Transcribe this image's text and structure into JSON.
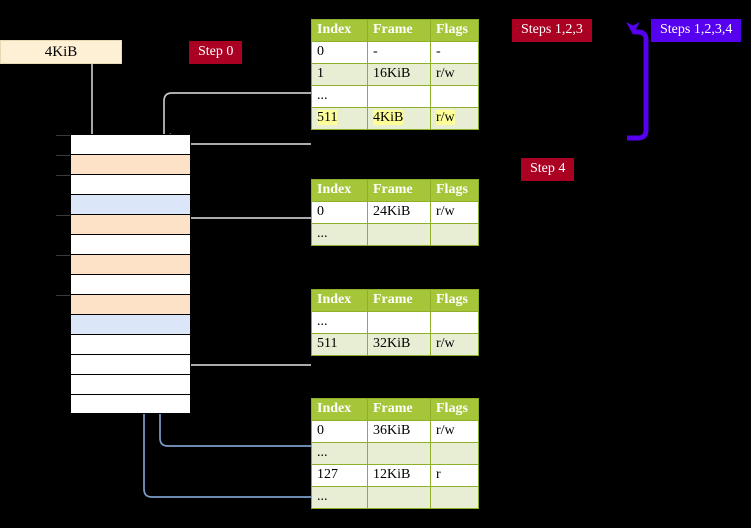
{
  "memory_label": {
    "size": "4KiB"
  },
  "badges": {
    "step0": {
      "label": "Step 0",
      "color": "#aa0022"
    },
    "steps123": {
      "label": "Steps 1,2,3",
      "color": "#aa0022"
    },
    "steps1234": {
      "label": "Steps 1,2,3,4",
      "color": "#5500ee"
    },
    "step4": {
      "label": "Step 4",
      "color": "#aa0022"
    }
  },
  "colors": {
    "header_green": "#a6c639",
    "alt_row": "#e8eed4",
    "peach": "#fde2c8",
    "light_blue": "#dbe7f8",
    "highlight": "#ffff99",
    "gray_wire": "#b3b3b3",
    "blue_wire": "#7a9dc8",
    "cream": "#fdf0d5"
  },
  "tables": [
    {
      "id": "tbl0",
      "headers": [
        "Index",
        "Frame",
        "Flags"
      ],
      "rows": [
        {
          "cells": [
            "0",
            "-",
            "-"
          ],
          "alt": false,
          "highlight": false
        },
        {
          "cells": [
            "1",
            "16KiB",
            "r/w"
          ],
          "alt": true,
          "highlight": false
        },
        {
          "cells": [
            "...",
            "",
            ""
          ],
          "alt": false,
          "highlight": false
        },
        {
          "cells": [
            "511",
            "4KiB",
            "r/w"
          ],
          "alt": true,
          "highlight": true
        }
      ]
    },
    {
      "id": "tbl1",
      "headers": [
        "Index",
        "Frame",
        "Flags"
      ],
      "rows": [
        {
          "cells": [
            "0",
            "24KiB",
            "r/w"
          ],
          "alt": false,
          "highlight": false
        },
        {
          "cells": [
            "...",
            "",
            ""
          ],
          "alt": true,
          "highlight": false
        }
      ]
    },
    {
      "id": "tbl2",
      "headers": [
        "Index",
        "Frame",
        "Flags"
      ],
      "rows": [
        {
          "cells": [
            "...",
            "",
            ""
          ],
          "alt": false,
          "highlight": false
        },
        {
          "cells": [
            "511",
            "32KiB",
            "r/w"
          ],
          "alt": true,
          "highlight": false
        }
      ]
    },
    {
      "id": "tbl3",
      "headers": [
        "Index",
        "Frame",
        "Flags"
      ],
      "rows": [
        {
          "cells": [
            "0",
            "36KiB",
            "r/w"
          ],
          "alt": false,
          "highlight": false
        },
        {
          "cells": [
            "...",
            "",
            ""
          ],
          "alt": true,
          "highlight": false
        },
        {
          "cells": [
            "127",
            "12KiB",
            "r"
          ],
          "alt": false,
          "highlight": false
        },
        {
          "cells": [
            "...",
            "",
            ""
          ],
          "alt": true,
          "highlight": false
        }
      ]
    }
  ],
  "memory_rows": [
    {
      "fill": "white",
      "tick": true
    },
    {
      "fill": "peach",
      "tick": true
    },
    {
      "fill": "white",
      "tick": true
    },
    {
      "fill": "blue",
      "tick": false
    },
    {
      "fill": "peach",
      "tick": true
    },
    {
      "fill": "white",
      "tick": false
    },
    {
      "fill": "peach",
      "tick": true
    },
    {
      "fill": "white",
      "tick": false
    },
    {
      "fill": "peach",
      "tick": true
    },
    {
      "fill": "blue",
      "tick": false
    },
    {
      "fill": "white",
      "tick": false
    },
    {
      "fill": "white",
      "tick": false
    },
    {
      "fill": "white",
      "tick": false
    },
    {
      "fill": "white",
      "tick": false
    }
  ]
}
